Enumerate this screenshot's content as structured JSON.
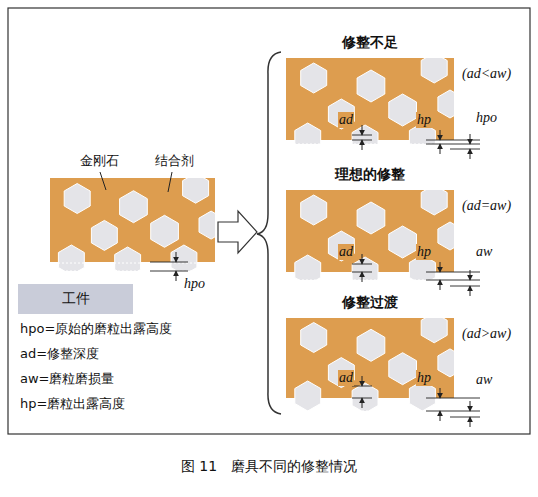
{
  "diagram": {
    "caption": "图 11　磨具不同的修整情况",
    "nodes": [
      {
        "text": [
          "工件"
        ]
      }
    ],
    "labels": [
      "金刚石",
      "结合剂",
      "hpo",
      "hpo=原始的磨粒出露高度",
      "ad=修整深度",
      "aw=磨粒磨损量",
      "hp=磨粒出露高度",
      "修整不足",
      "(ad<aw)",
      "ad",
      "hp",
      "hpo",
      "理想的修整",
      "(ad=aw)",
      "ad",
      "hp",
      "aw",
      "修整过渡",
      "(ad>aw)",
      "ad",
      "hp",
      "aw"
    ]
  }
}
